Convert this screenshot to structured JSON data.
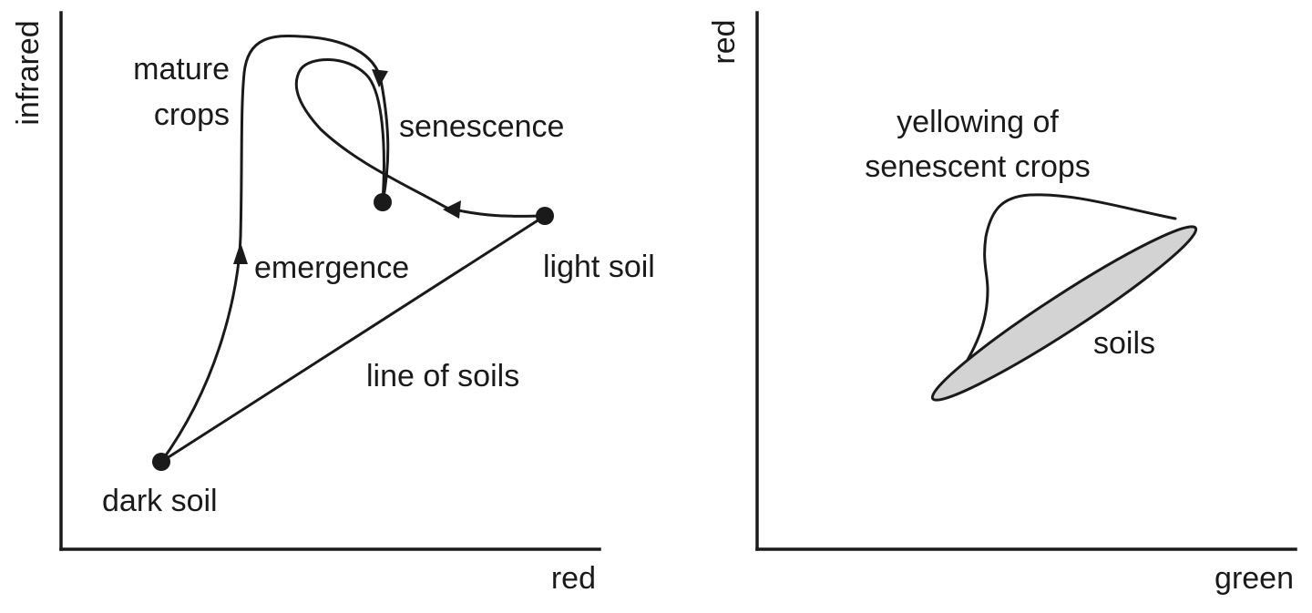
{
  "left_panel": {
    "axis_x_label": "red",
    "axis_y_label": "infrared",
    "labels": {
      "mature_line1": "mature",
      "mature_line2": "crops",
      "senescence": "senescence",
      "emergence": "emergence",
      "light_soil": "light soil",
      "line_of_soils": "line of soils",
      "dark_soil": "dark soil"
    }
  },
  "right_panel": {
    "axis_x_label": "green",
    "axis_y_label": "red",
    "labels": {
      "yellowing_line1": "yellowing of",
      "yellowing_line2": "senescent crops",
      "soils": "soils"
    },
    "colors": {
      "soil_region": "#d3d3d3"
    }
  },
  "colors": {
    "ink": "#1a1a1a",
    "background": "#ffffff"
  }
}
